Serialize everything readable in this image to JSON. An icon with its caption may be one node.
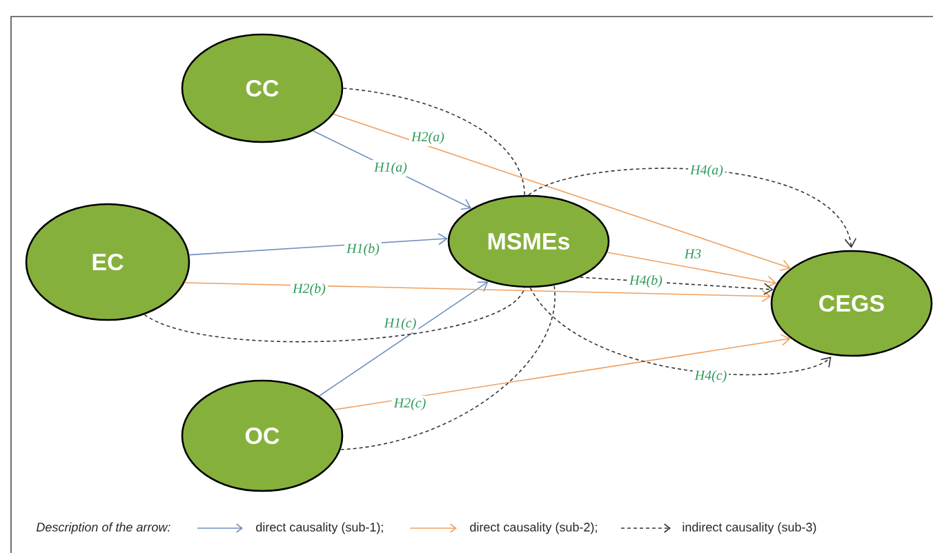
{
  "diagram": {
    "nodes": [
      {
        "text": [
          "CC"
        ]
      },
      {
        "text": [
          "EC"
        ]
      },
      {
        "text": [
          "MSMEs"
        ]
      },
      {
        "text": [
          "CEGS"
        ]
      },
      {
        "text": [
          "OC"
        ]
      }
    ],
    "edges": [
      {
        "from": 0,
        "to": 2,
        "arrow": "to",
        "label": "H1(a)",
        "color": "#6f8fbf"
      },
      {
        "from": 1,
        "to": 2,
        "arrow": "to",
        "label": "H1(b)",
        "color": "#6f8fbf"
      },
      {
        "from": 4,
        "to": 2,
        "arrow": "to",
        "label": "H1(c)",
        "color": "#6f8fbf"
      },
      {
        "from": 0,
        "to": 3,
        "arrow": "to",
        "label": "H2(a)",
        "color": "#f0a060"
      },
      {
        "from": 1,
        "to": 3,
        "arrow": "to",
        "label": "H2(b)",
        "color": "#f0a060"
      },
      {
        "from": 4,
        "to": 3,
        "arrow": "to",
        "label": "H2(c)",
        "color": "#f0a060"
      },
      {
        "from": 2,
        "to": 3,
        "arrow": "to",
        "label": "H3",
        "color": "#f0a060"
      },
      {
        "from": 0,
        "to": 2,
        "arrow": "none",
        "style": "dashed"
      },
      {
        "from": 2,
        "to": 3,
        "arrow": "to",
        "label": "H4(a)",
        "style": "dashed"
      },
      {
        "from": 1,
        "to": 2,
        "arrow": "none",
        "style": "dashed"
      },
      {
        "from": 2,
        "to": 3,
        "arrow": "to",
        "label": "H4(b)",
        "style": "dashed"
      },
      {
        "from": 4,
        "to": 2,
        "arrow": "none",
        "style": "dashed"
      },
      {
        "from": 2,
        "to": 3,
        "arrow": "to",
        "label": "H4(c)",
        "style": "dashed"
      }
    ],
    "labels": [
      "Description of the arrow:"
    ],
    "legend": [
      {
        "text": "direct causality (sub-1);"
      },
      {
        "text": "direct causality (sub-2);"
      },
      {
        "text": "indirect causality (sub-3)"
      }
    ]
  }
}
